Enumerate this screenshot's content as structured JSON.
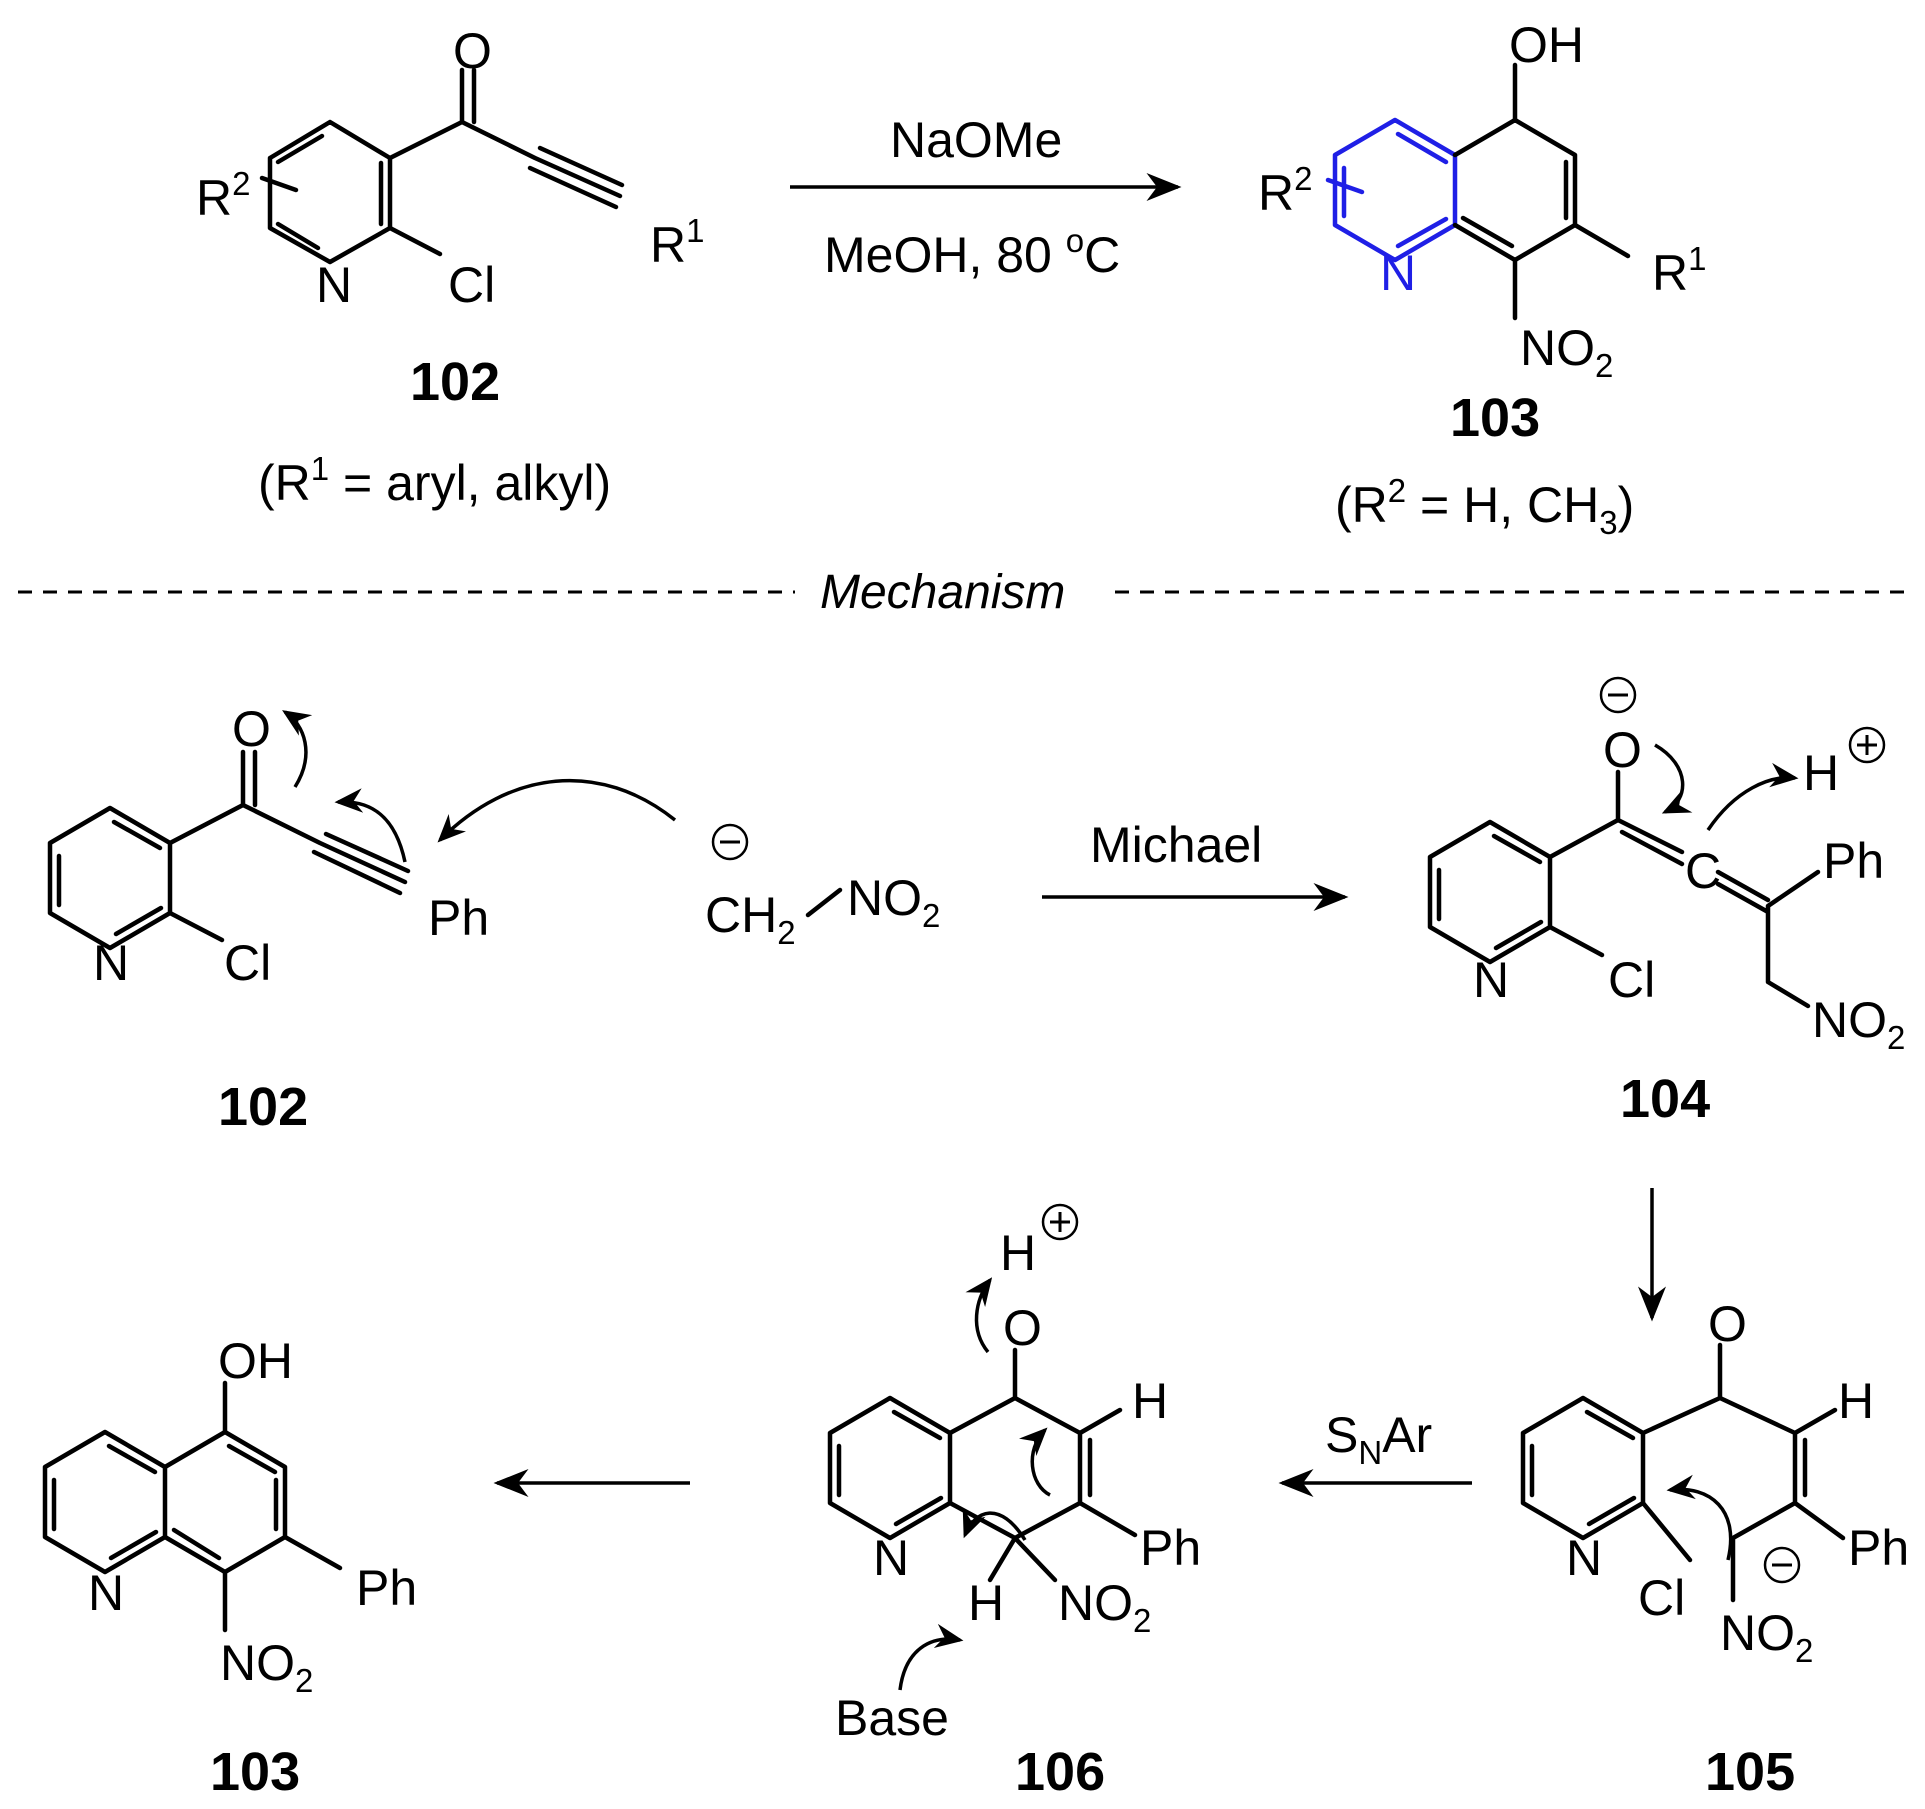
{
  "compounds": {
    "c102": "102",
    "c103": "103",
    "c104": "104",
    "c105": "105",
    "c106": "106"
  },
  "conditions": {
    "reagent": "NaOMe",
    "solvent_temp_a": "MeOH, 80 ",
    "solvent_temp_sup": "o",
    "solvent_temp_b": "C",
    "michael": "Michael",
    "snar_s": "S",
    "snar_sub": "N",
    "snar_ar": "Ar"
  },
  "notes": {
    "r1_open": "(R",
    "r1_sup": "1",
    "r1_rest": " = aryl, alkyl)",
    "r2_open": "(R",
    "r2_sup": "2",
    "r2_rest": " = H, CH",
    "r2_sub": "3",
    "r2_close": ")"
  },
  "divider": {
    "label": "Mechanism"
  },
  "atoms": {
    "O": "O",
    "OH": "OH",
    "N": "N",
    "Cl": "Cl",
    "R": "R",
    "sup1": "1",
    "sup2": "2",
    "NO": "NO",
    "sub2": "2",
    "Ph": "Ph",
    "C": "C",
    "CH": "CH",
    "H": "H",
    "Base": "Base",
    "minus": "−",
    "plus": "+"
  },
  "colors": {
    "highlight_ring": "#1f1fe6",
    "ink": "#000000"
  }
}
